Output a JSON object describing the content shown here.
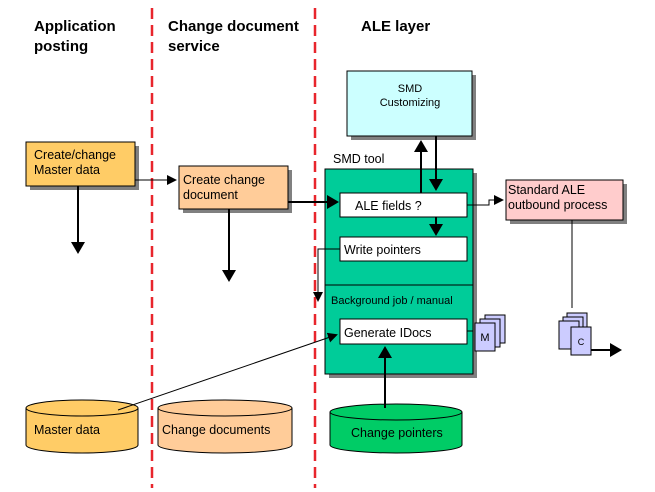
{
  "headers": {
    "app_posting_line1": "Application",
    "app_posting_line2": "posting",
    "change_doc_line1": "Change document",
    "change_doc_line2": "service",
    "ale_layer": "ALE layer"
  },
  "boxes": {
    "create_change_master_line1": "Create/change",
    "create_change_master_line2": "Master data",
    "create_change_doc_line1": "Create change",
    "create_change_doc_line2": "document",
    "smd_customizing_line1": "SMD",
    "smd_customizing_line2": "Customizing",
    "smd_tool": "SMD tool",
    "ale_fields": "ALE fields ?",
    "write_pointers": "Write pointers",
    "background_job": "Background job / manual",
    "generate_idocs": "Generate IDocs",
    "standard_ale_line1": "Standard ALE",
    "standard_ale_line2": "outbound process",
    "idoc_m": "M",
    "idoc_c": "C"
  },
  "databases": {
    "master_data": "Master data",
    "change_documents": "Change documents",
    "change_pointers": "Change pointers"
  },
  "colors": {
    "orange": "#FFCC66",
    "peach": "#FFCC99",
    "cyan": "#CCFFFF",
    "teal": "#00CC99",
    "pink": "#FFCCCC",
    "lavender": "#CCCCFF",
    "green": "#00CC66",
    "separator": "#E8252C"
  }
}
